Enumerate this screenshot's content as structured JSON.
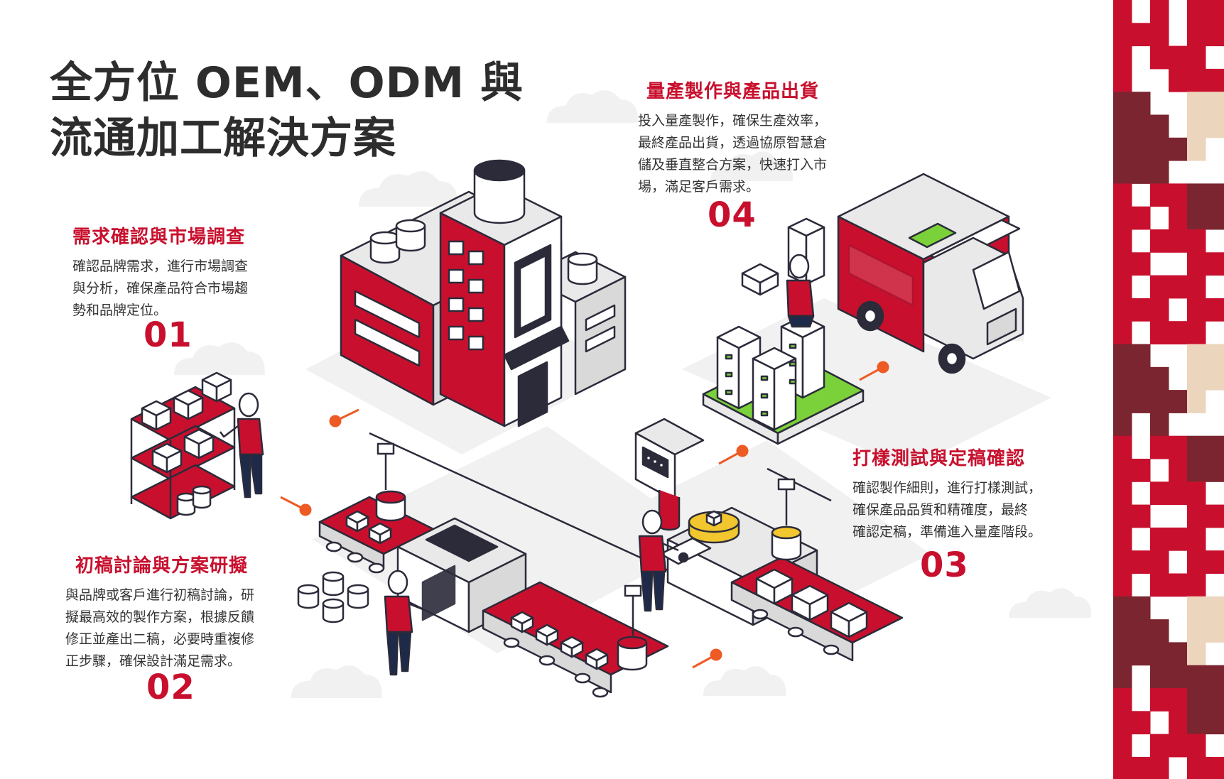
{
  "title": {
    "line1": "全方位 OEM、ODM 與",
    "line2": "流通加工解決方案"
  },
  "steps": [
    {
      "number": "01",
      "heading": "需求確認與市場調查",
      "lines": [
        "確認品牌需求，進行市場調查",
        "與分析，確保產品符合市場趨",
        "勢和品牌定位。"
      ]
    },
    {
      "number": "02",
      "heading": "初稿討論與方案研擬",
      "lines": [
        "與品牌或客戶進行初稿討論，研",
        "擬最高效的製作方案，根據反饋",
        "修正並產出二稿，必要時重複修",
        "正步驟，確保設計滿足需求。"
      ]
    },
    {
      "number": "03",
      "heading": "打樣測試與定稿確認",
      "lines": [
        "確認製作細則，進行打樣測試，",
        "確保產品品質和精確度，最終",
        "確認定稿，準備進入量產階段。"
      ]
    },
    {
      "number": "04",
      "heading": "量產製作與產品出貨",
      "lines": [
        "投入量產製作，確保生產效率，",
        "最終產品出貨，透過協原智慧倉",
        "儲及垂直整合方案，快速打入市",
        "場，滿足客戶需求。"
      ]
    }
  ],
  "colors": {
    "brand_red": "#c8102e",
    "dark_red": "#7b2530",
    "beige": "#ecd5bd",
    "outline": "#2b2b3a",
    "light_gray": "#e8e8e8",
    "accent_orange": "#ee5a24",
    "accent_green": "#7bd13a",
    "accent_yellow": "#f2c62e"
  },
  "icons": [
    "factory-building-icon",
    "storage-shelf-icon",
    "worker-icon",
    "conveyor-belt-icon",
    "inspection-machine-icon",
    "delivery-truck-icon",
    "box-pallet-icon",
    "cloud-icon",
    "connector-dot-icon"
  ]
}
